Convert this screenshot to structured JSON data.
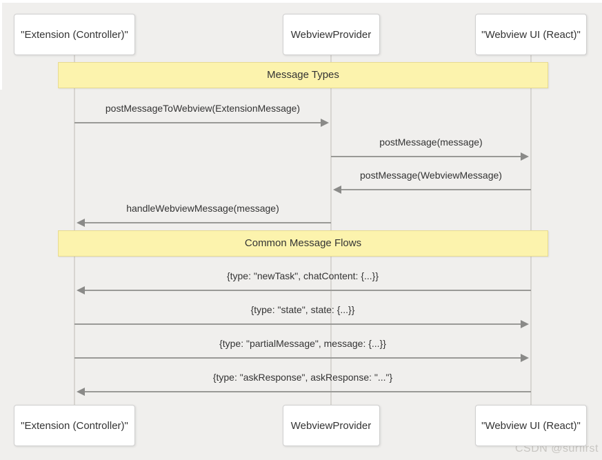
{
  "diagram": {
    "participants": [
      {
        "label": "\"Extension (Controller)\""
      },
      {
        "label": "WebviewProvider"
      },
      {
        "label": "\"Webview UI (React)\""
      }
    ],
    "sections": [
      {
        "label": "Message Types"
      },
      {
        "label": "Common Message Flows"
      }
    ],
    "messages": [
      {
        "label": "postMessageToWebview(ExtensionMessage)",
        "from": 0,
        "to": 1
      },
      {
        "label": "postMessage(message)",
        "from": 1,
        "to": 2
      },
      {
        "label": "postMessage(WebviewMessage)",
        "from": 2,
        "to": 1
      },
      {
        "label": "handleWebviewMessage(message)",
        "from": 1,
        "to": 0
      },
      {
        "label": "{type: \"newTask\", chatContent: {...}}",
        "from": 2,
        "to": 0
      },
      {
        "label": "{type: \"state\", state: {...}}",
        "from": 0,
        "to": 2
      },
      {
        "label": "{type: \"partialMessage\", message: {...}}",
        "from": 0,
        "to": 2
      },
      {
        "label": "{type: \"askResponse\", askResponse: \"...\"}",
        "from": 2,
        "to": 0
      }
    ],
    "watermark": "CSDN @surfirst",
    "colors": {
      "background": "#f0efed",
      "note_fill": "#fcf3ad",
      "note_border": "#e7da92",
      "arrow": "#999996",
      "arrowhead": "#8a8a88",
      "text": "#333333"
    }
  }
}
